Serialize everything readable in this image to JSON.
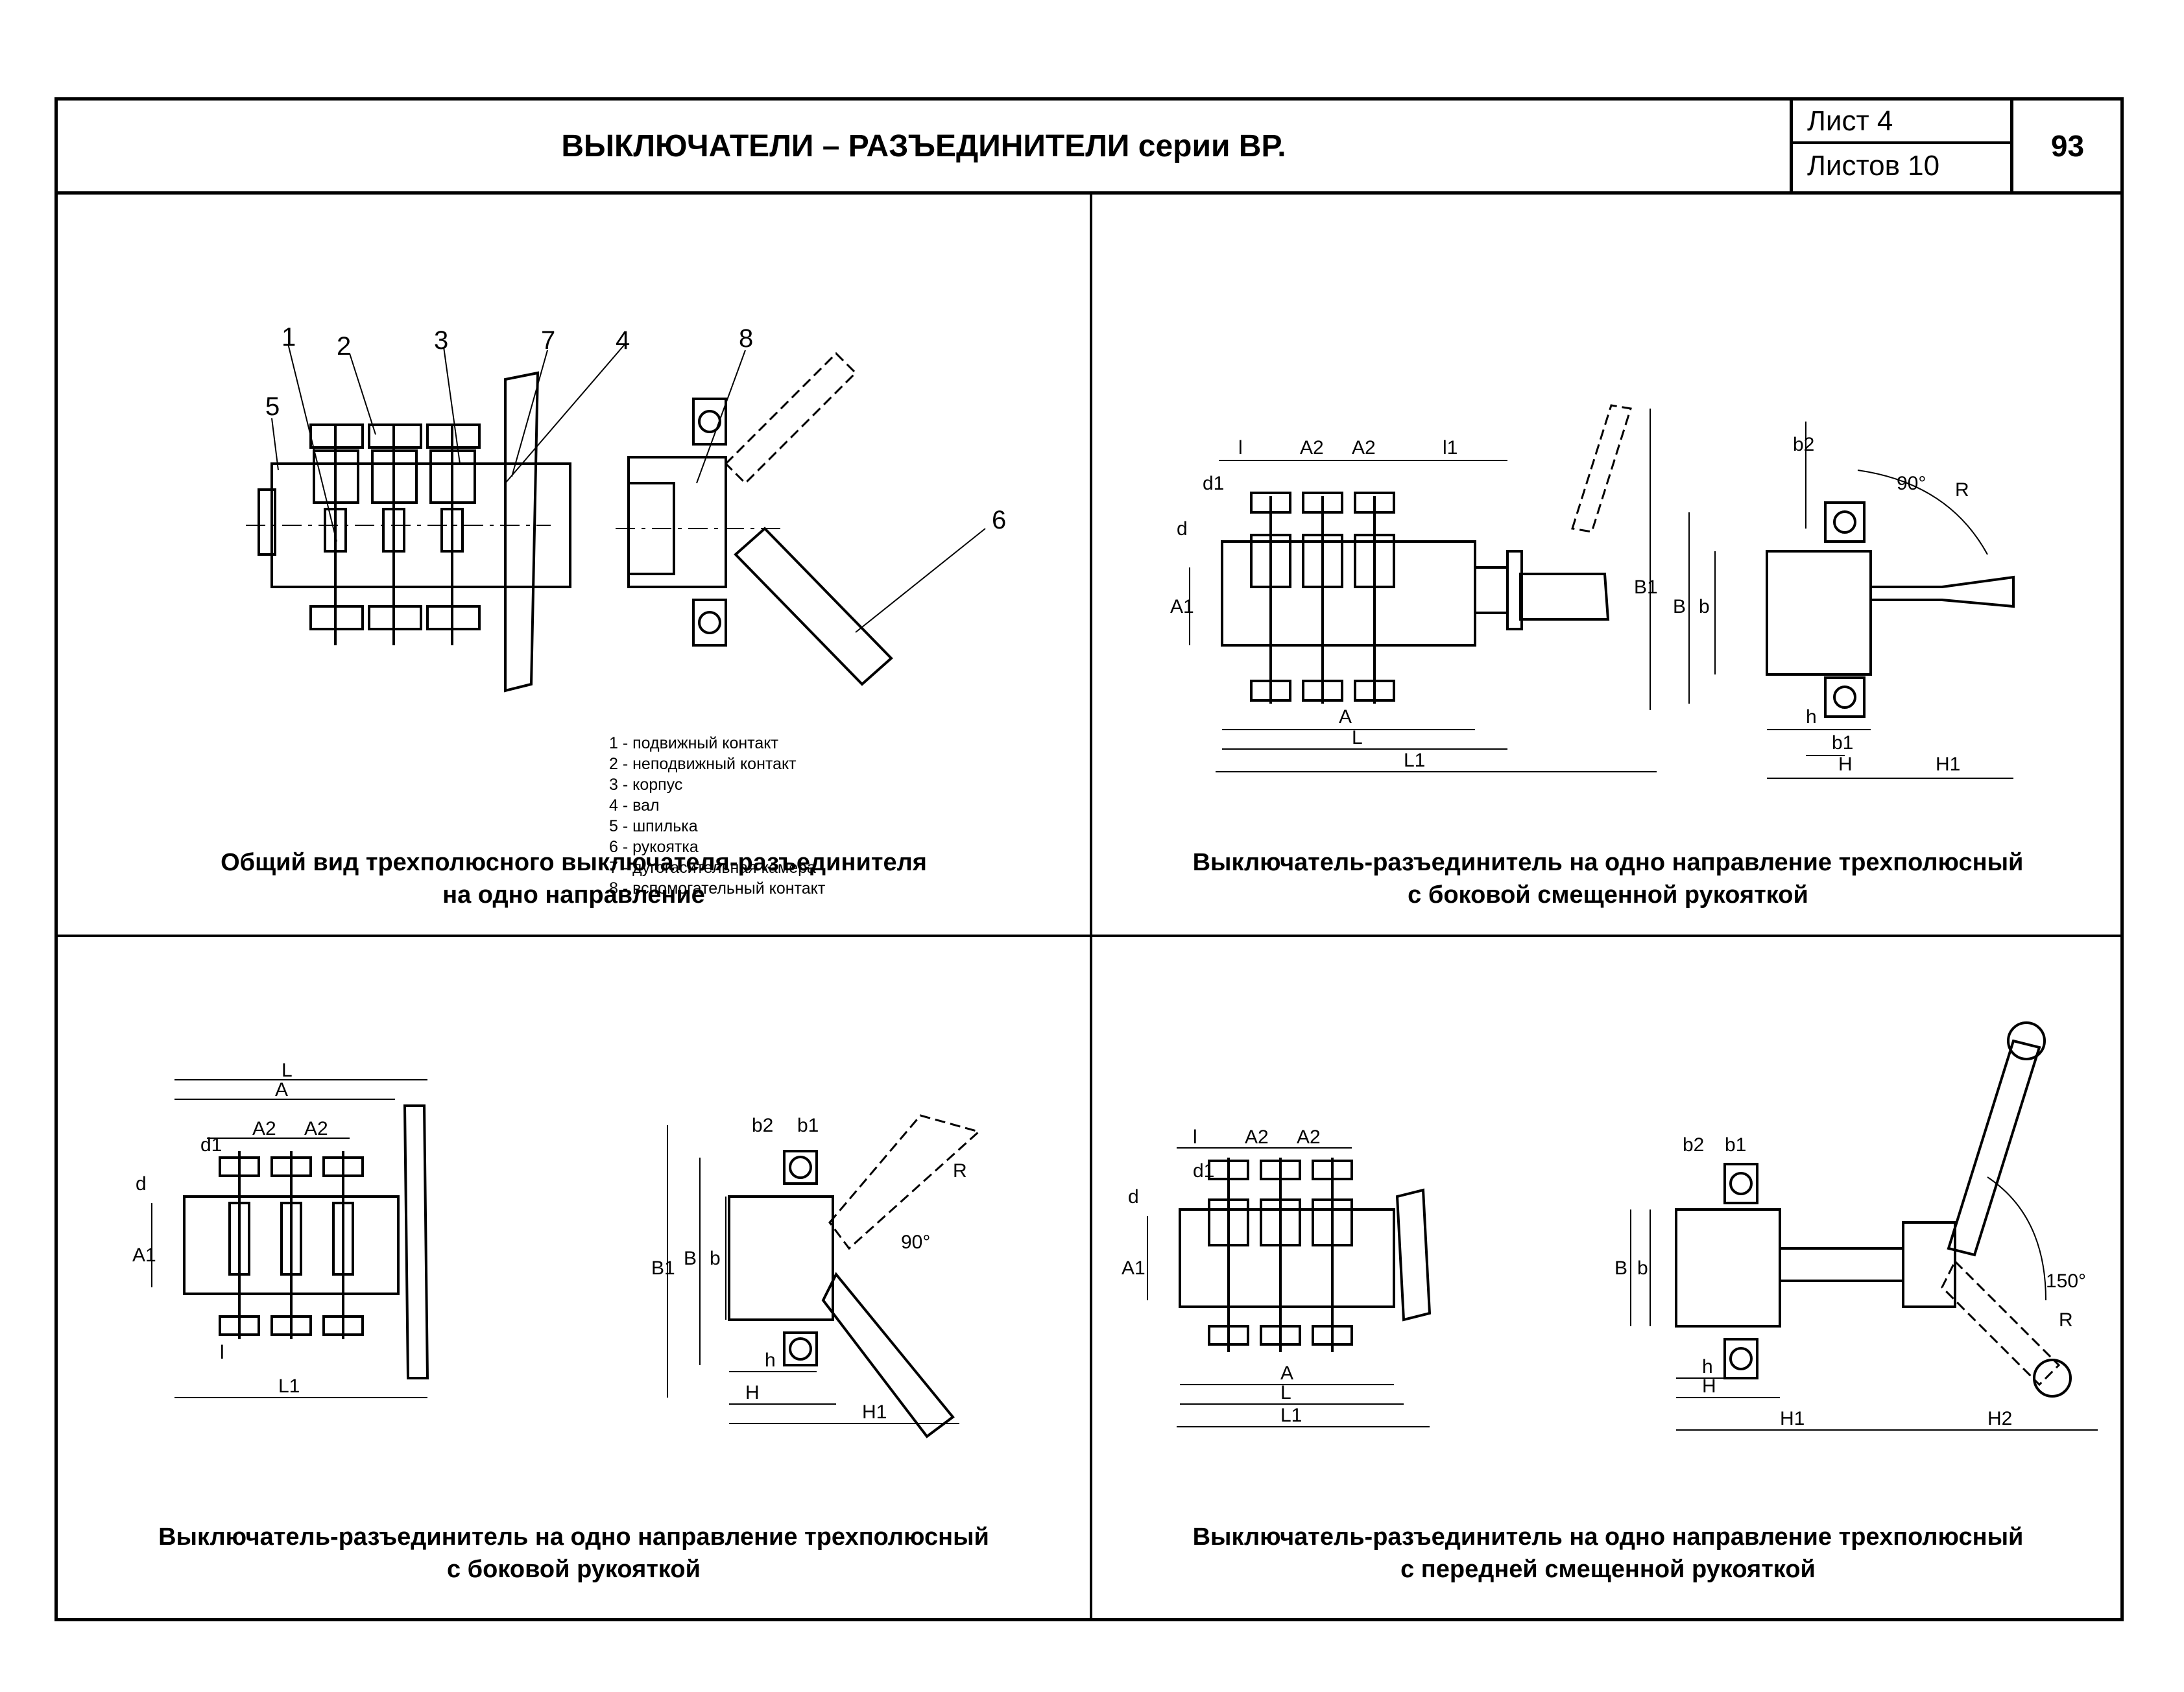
{
  "header": {
    "title": "ВЫКЛЮЧАТЕЛИ – РАЗЪЕДИНИТЕЛИ серии   ВР.",
    "sheet_label": "Лист  4",
    "sheets_label": "Листов   10",
    "page_number": "93"
  },
  "panels": [
    {
      "caption_line1": "Общий вид трехполюсного выключателя-разъединителя",
      "caption_line2": "на одно направление",
      "callouts": [
        "1",
        "2",
        "3",
        "7",
        "4",
        "5",
        "8",
        "6"
      ],
      "legend": [
        "1 - подвижный контакт",
        "2 - неподвижный контакт",
        "3 - корпус",
        "4 - вал",
        "5 - шпилька",
        "6 - рукоятка",
        "7 - дугогасительная камера",
        "8 - вспомогательный контакт"
      ]
    },
    {
      "caption_line1": "Выключатель-разъединитель на одно направление трехполюсный",
      "caption_line2": "с боковой смещенной рукояткой",
      "dims": {
        "l": "l",
        "a2": "A2",
        "l1": "l1",
        "d1": "d1",
        "d": "d",
        "a1": "A1",
        "a": "A",
        "L": "L",
        "L1": "L1",
        "b2": "b2",
        "angle": "90°",
        "r": "R",
        "b1big": "B1",
        "b_big": "B",
        "b": "b",
        "h": "h",
        "b1": "b1",
        "H": "H",
        "H1": "H1"
      }
    },
    {
      "caption_line1": "Выключатель-разъединитель на одно направление трехполюсный",
      "caption_line2": "с боковой рукояткой",
      "dims": {
        "L": "L",
        "a": "A",
        "a2": "A2",
        "d1": "d1",
        "d": "d",
        "a1": "A1",
        "l": "l",
        "L1": "L1",
        "b2": "b2",
        "b1": "b1",
        "r": "R",
        "angle": "90°",
        "b1big": "B1",
        "b_big": "B",
        "b": "b",
        "h": "h",
        "H": "H",
        "H1": "H1"
      }
    },
    {
      "caption_line1": "Выключатель-разъединитель на одно направление трехполюсный",
      "caption_line2": "с передней смещенной рукояткой",
      "dims": {
        "l": "l",
        "a2": "A2",
        "d1": "d1",
        "d": "d",
        "a1": "A1",
        "a": "A",
        "L": "L",
        "L1": "L1",
        "b2": "b2",
        "b1": "b1",
        "angle": "150°",
        "b_big": "B",
        "b": "b",
        "h": "h",
        "H": "H",
        "H1": "H1",
        "H2": "H2",
        "r": "R"
      }
    }
  ]
}
